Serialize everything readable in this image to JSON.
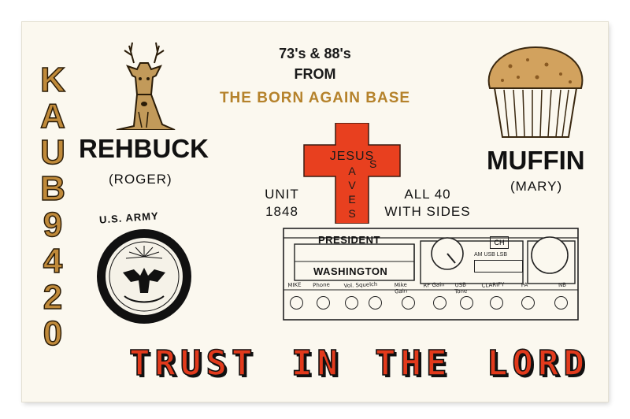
{
  "callsign": [
    "K",
    "A",
    "U",
    "B",
    "9",
    "4",
    "2",
    "0"
  ],
  "header": {
    "line1": "73's & 88's",
    "line2": "FROM",
    "line3": "THE BORN AGAIN BASE"
  },
  "left": {
    "name": "REHBUCK",
    "real_name": "(ROGER)",
    "unit_line1": "UNIT",
    "unit_line2": "1848",
    "seal_caption": "U.S. ARMY"
  },
  "right": {
    "name": "MUFFIN",
    "real_name": "(MARY)",
    "sides_line1": "ALL 40",
    "sides_line2": "WITH SIDES"
  },
  "cross": {
    "horizontal": "JESUS",
    "vertical": [
      "S",
      "A",
      "V",
      "E",
      "S"
    ]
  },
  "radio": {
    "brand": "PRESIDENT",
    "model": "WASHINGTON",
    "channel_label": "CH",
    "modes": "AM USB LSB",
    "knob_labels": [
      "MIKE",
      "Phone",
      "Vol. Squelch",
      "Mike Gain",
      "RF Gain",
      "USB Tone",
      "CLARIFY",
      "PA",
      "NB"
    ]
  },
  "footer": {
    "words": [
      "TRUST",
      "IN",
      "THE",
      "LORD"
    ]
  },
  "colors": {
    "card": "#fbf8ef",
    "callsign": "#c08a3a",
    "cross": "#e8401f",
    "base_title": "#b5822b",
    "trust": "#e23a1c"
  }
}
